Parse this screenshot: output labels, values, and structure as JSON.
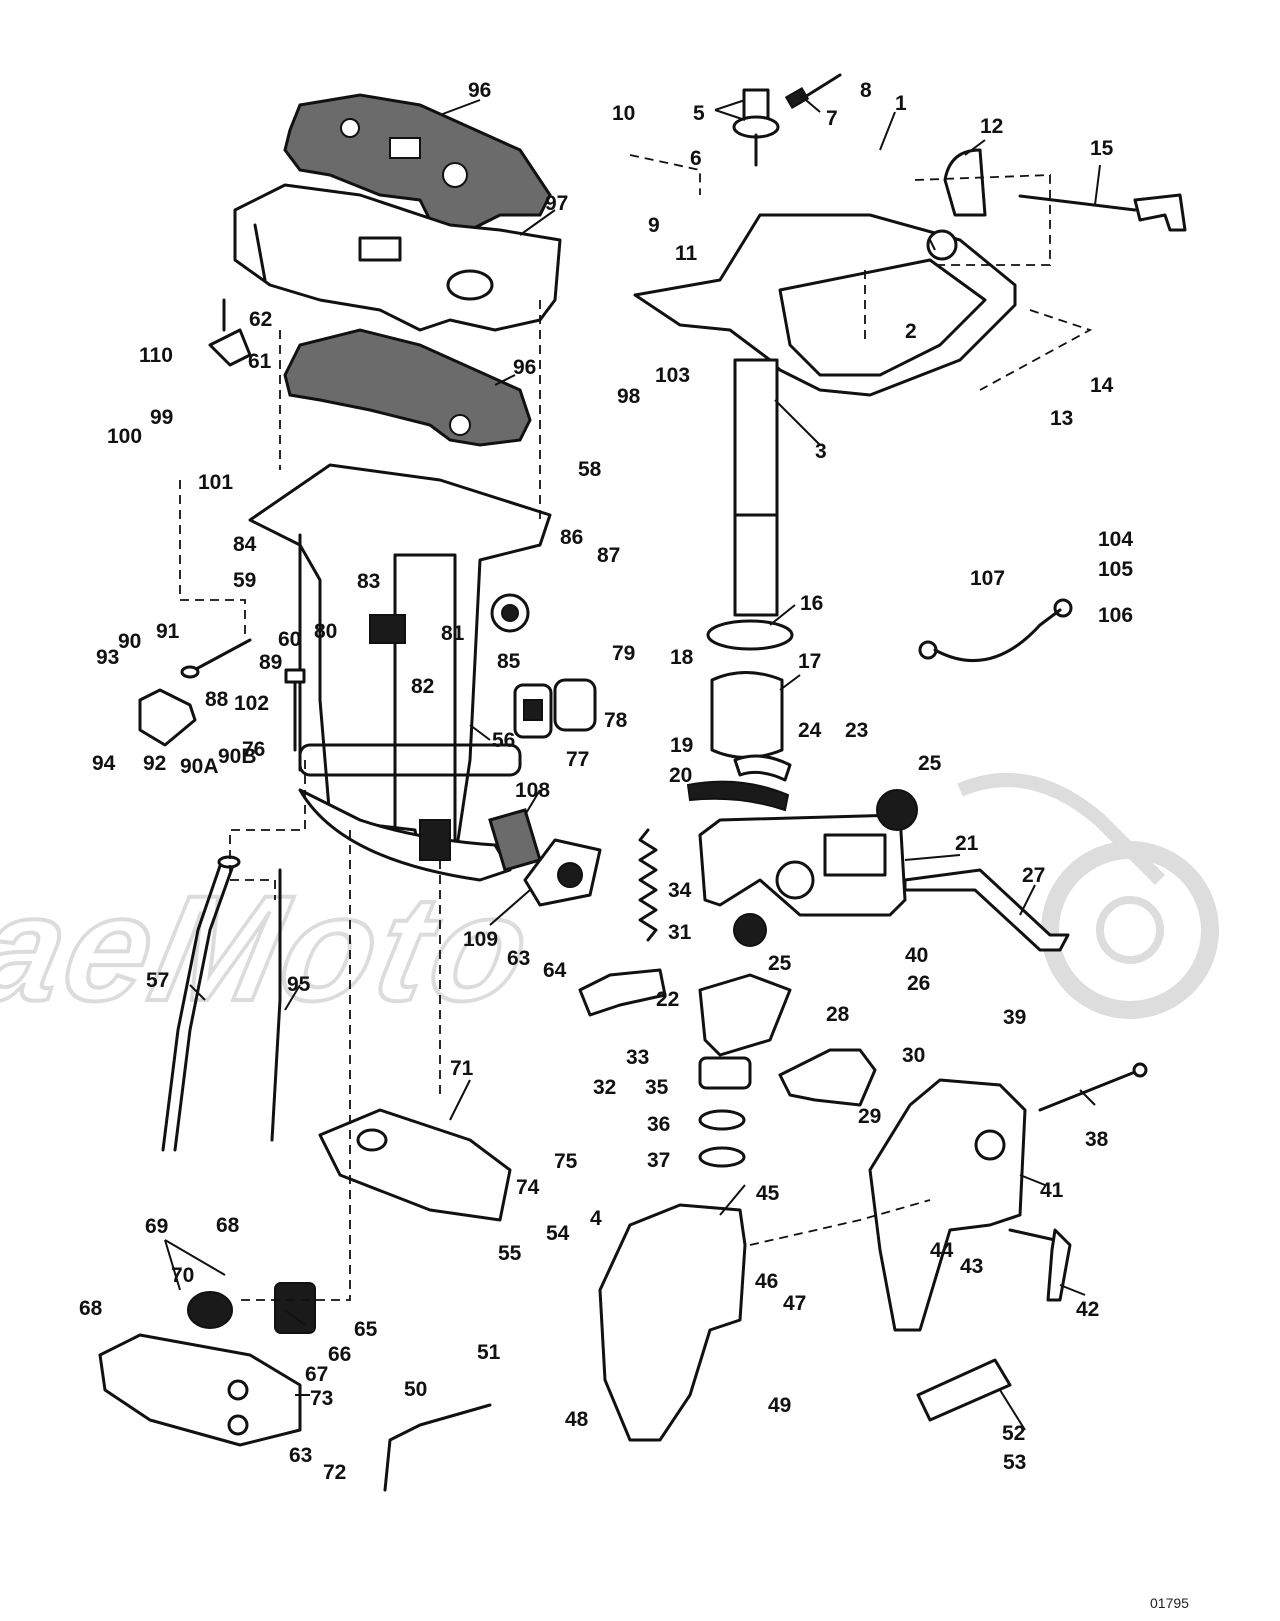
{
  "diagram": {
    "code": "01795",
    "watermark_text": "AaeMoto",
    "callouts": [
      {
        "id": "1",
        "label": "1"
      },
      {
        "id": "2",
        "label": "2"
      },
      {
        "id": "3",
        "label": "3"
      },
      {
        "id": "4",
        "label": "4"
      },
      {
        "id": "5",
        "label": "5"
      },
      {
        "id": "6",
        "label": "6"
      },
      {
        "id": "7",
        "label": "7"
      },
      {
        "id": "8",
        "label": "8"
      },
      {
        "id": "9",
        "label": "9"
      },
      {
        "id": "10",
        "label": "10"
      },
      {
        "id": "11",
        "label": "11"
      },
      {
        "id": "12",
        "label": "12"
      },
      {
        "id": "13",
        "label": "13"
      },
      {
        "id": "14",
        "label": "14"
      },
      {
        "id": "15",
        "label": "15"
      },
      {
        "id": "16",
        "label": "16"
      },
      {
        "id": "17",
        "label": "17"
      },
      {
        "id": "18",
        "label": "18"
      },
      {
        "id": "19",
        "label": "19"
      },
      {
        "id": "20",
        "label": "20"
      },
      {
        "id": "21",
        "label": "21"
      },
      {
        "id": "22",
        "label": "22"
      },
      {
        "id": "23",
        "label": "23"
      },
      {
        "id": "24",
        "label": "24"
      },
      {
        "id": "25a",
        "label": "25"
      },
      {
        "id": "25b",
        "label": "25"
      },
      {
        "id": "26",
        "label": "26"
      },
      {
        "id": "27",
        "label": "27"
      },
      {
        "id": "28",
        "label": "28"
      },
      {
        "id": "29",
        "label": "29"
      },
      {
        "id": "30",
        "label": "30"
      },
      {
        "id": "31",
        "label": "31"
      },
      {
        "id": "32",
        "label": "32"
      },
      {
        "id": "33",
        "label": "33"
      },
      {
        "id": "34",
        "label": "34"
      },
      {
        "id": "35",
        "label": "35"
      },
      {
        "id": "36",
        "label": "36"
      },
      {
        "id": "37",
        "label": "37"
      },
      {
        "id": "38",
        "label": "38"
      },
      {
        "id": "39",
        "label": "39"
      },
      {
        "id": "40",
        "label": "40"
      },
      {
        "id": "41",
        "label": "41"
      },
      {
        "id": "42",
        "label": "42"
      },
      {
        "id": "43",
        "label": "43"
      },
      {
        "id": "44",
        "label": "44"
      },
      {
        "id": "45",
        "label": "45"
      },
      {
        "id": "46",
        "label": "46"
      },
      {
        "id": "47",
        "label": "47"
      },
      {
        "id": "48",
        "label": "48"
      },
      {
        "id": "49",
        "label": "49"
      },
      {
        "id": "50",
        "label": "50"
      },
      {
        "id": "51",
        "label": "51"
      },
      {
        "id": "52",
        "label": "52"
      },
      {
        "id": "53",
        "label": "53"
      },
      {
        "id": "54",
        "label": "54"
      },
      {
        "id": "55",
        "label": "55"
      },
      {
        "id": "56",
        "label": "56"
      },
      {
        "id": "57",
        "label": "57"
      },
      {
        "id": "58",
        "label": "58"
      },
      {
        "id": "59",
        "label": "59"
      },
      {
        "id": "60",
        "label": "60"
      },
      {
        "id": "61",
        "label": "61"
      },
      {
        "id": "62",
        "label": "62"
      },
      {
        "id": "63a",
        "label": "63"
      },
      {
        "id": "63b",
        "label": "63"
      },
      {
        "id": "64",
        "label": "64"
      },
      {
        "id": "65",
        "label": "65"
      },
      {
        "id": "66",
        "label": "66"
      },
      {
        "id": "67",
        "label": "67"
      },
      {
        "id": "68a",
        "label": "68"
      },
      {
        "id": "68b",
        "label": "68"
      },
      {
        "id": "69",
        "label": "69"
      },
      {
        "id": "70",
        "label": "70"
      },
      {
        "id": "71",
        "label": "71"
      },
      {
        "id": "72",
        "label": "72"
      },
      {
        "id": "73",
        "label": "73"
      },
      {
        "id": "74",
        "label": "74"
      },
      {
        "id": "75",
        "label": "75"
      },
      {
        "id": "76",
        "label": "76"
      },
      {
        "id": "77",
        "label": "77"
      },
      {
        "id": "78",
        "label": "78"
      },
      {
        "id": "79",
        "label": "79"
      },
      {
        "id": "80",
        "label": "80"
      },
      {
        "id": "81",
        "label": "81"
      },
      {
        "id": "82",
        "label": "82"
      },
      {
        "id": "83",
        "label": "83"
      },
      {
        "id": "84",
        "label": "84"
      },
      {
        "id": "85",
        "label": "85"
      },
      {
        "id": "86",
        "label": "86"
      },
      {
        "id": "87",
        "label": "87"
      },
      {
        "id": "88",
        "label": "88"
      },
      {
        "id": "89",
        "label": "89"
      },
      {
        "id": "90",
        "label": "90"
      },
      {
        "id": "90A",
        "label": "90A"
      },
      {
        "id": "90B",
        "label": "90B"
      },
      {
        "id": "91",
        "label": "91"
      },
      {
        "id": "92",
        "label": "92"
      },
      {
        "id": "93",
        "label": "93"
      },
      {
        "id": "94",
        "label": "94"
      },
      {
        "id": "95",
        "label": "95"
      },
      {
        "id": "96a",
        "label": "96"
      },
      {
        "id": "96b",
        "label": "96"
      },
      {
        "id": "97",
        "label": "97"
      },
      {
        "id": "98",
        "label": "98"
      },
      {
        "id": "99",
        "label": "99"
      },
      {
        "id": "100",
        "label": "100"
      },
      {
        "id": "101",
        "label": "101"
      },
      {
        "id": "102",
        "label": "102"
      },
      {
        "id": "103",
        "label": "103"
      },
      {
        "id": "104",
        "label": "104"
      },
      {
        "id": "105",
        "label": "105"
      },
      {
        "id": "106",
        "label": "106"
      },
      {
        "id": "107",
        "label": "107"
      },
      {
        "id": "108",
        "label": "108"
      },
      {
        "id": "109",
        "label": "109"
      },
      {
        "id": "110",
        "label": "110"
      }
    ]
  }
}
